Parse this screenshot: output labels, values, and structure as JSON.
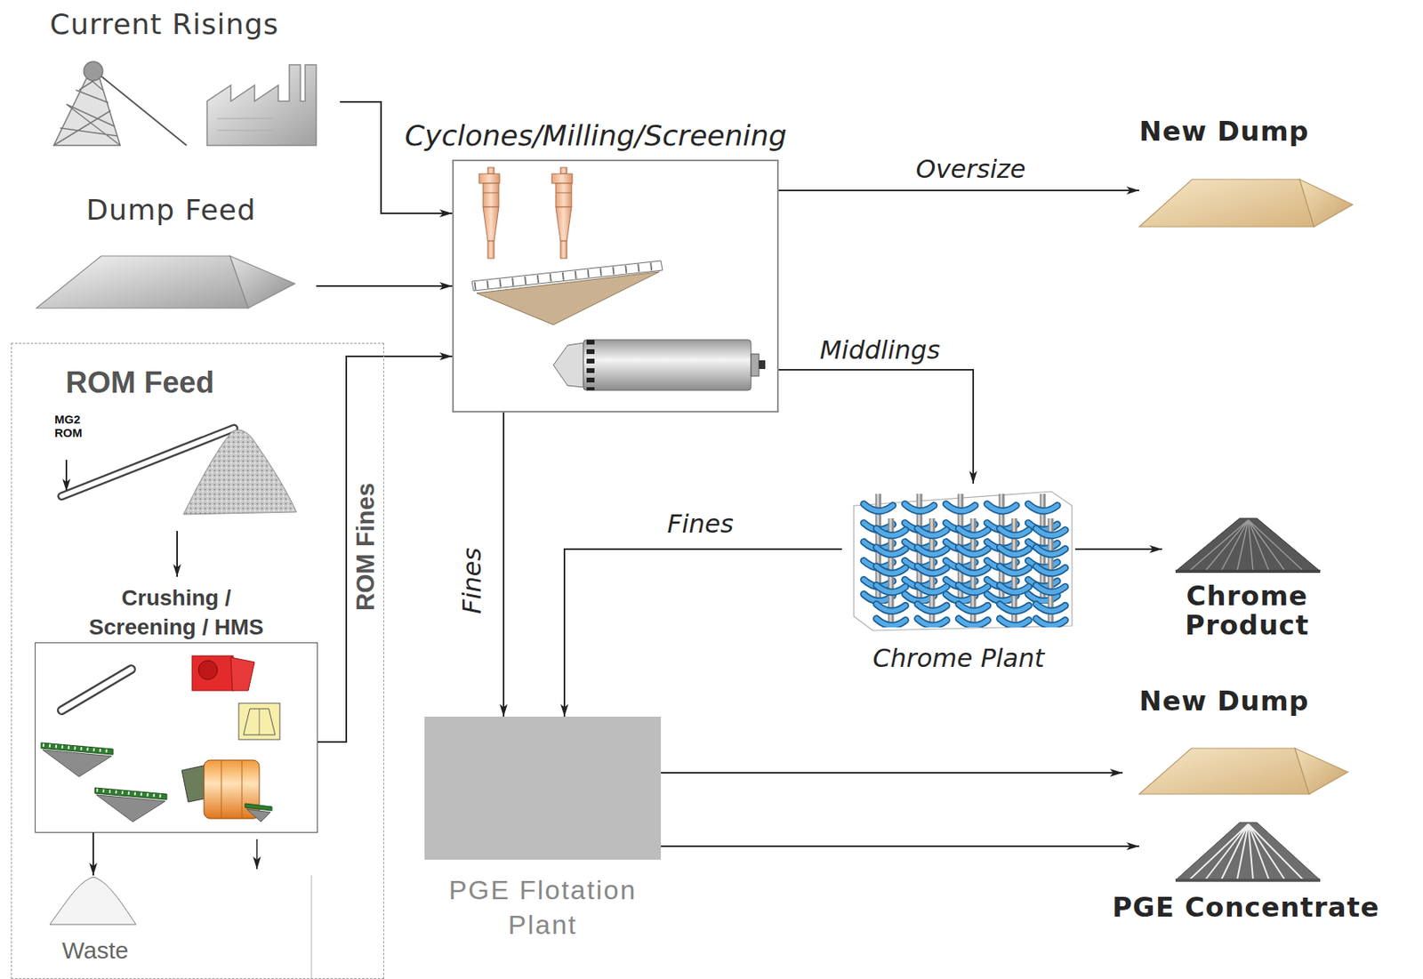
{
  "diagram": {
    "nodes": [
      {
        "text": [
          "Current Risings"
        ]
      },
      {
        "text": [
          "Dump Feed"
        ]
      },
      {
        "text": [
          "ROM Feed"
        ]
      },
      {
        "text": [
          "Crushing / Screening / HMS"
        ],
        "in": 2
      },
      {
        "text": [
          "Waste"
        ],
        "in": 2
      },
      {
        "text": [
          "Cyclones/Milling/Screening"
        ]
      },
      {
        "text": [
          "New Dump"
        ]
      },
      {
        "text": [
          "Chrome Plant"
        ]
      },
      {
        "text": [
          "Chrome Product"
        ]
      },
      {
        "text": [
          "PGE Flotation Plant"
        ]
      },
      {
        "text": [
          "New Dump"
        ]
      },
      {
        "text": [
          "PGE Concentrate"
        ]
      }
    ],
    "edges": [
      {
        "from": 0,
        "to": 5,
        "arrow": "to"
      },
      {
        "from": 1,
        "to": 5,
        "arrow": "to"
      },
      {
        "from": 3,
        "to": 5,
        "label": "ROM Fines",
        "arrow": "to"
      },
      {
        "from": 3,
        "to": 4,
        "arrow": "to"
      },
      {
        "from": 5,
        "to": 6,
        "label": "Oversize",
        "arrow": "to"
      },
      {
        "from": 5,
        "to": 7,
        "label": "Middlings",
        "arrow": "to"
      },
      {
        "from": 5,
        "to": 9,
        "label": "Fines",
        "arrow": "to"
      },
      {
        "from": 7,
        "to": 9,
        "label": "Fines",
        "arrow": "to"
      },
      {
        "from": 7,
        "to": 8,
        "arrow": "to"
      },
      {
        "from": 9,
        "to": 10,
        "arrow": "to"
      },
      {
        "from": 9,
        "to": 11,
        "arrow": "to"
      }
    ],
    "labels": [
      "MG2 ROM"
    ]
  }
}
